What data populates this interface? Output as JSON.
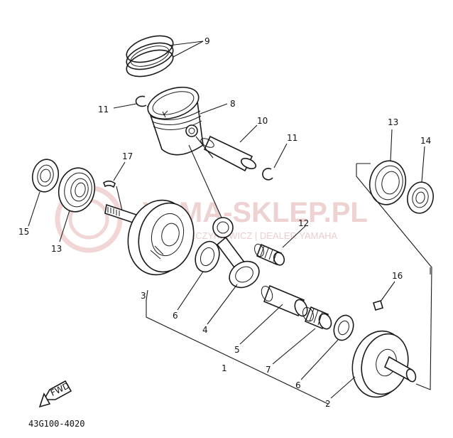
{
  "watermark": {
    "main": "YAMA-SKLEP.PL",
    "sub": "MICHALCZYKIEWICZ | DEALER YAMAHA"
  },
  "fwd_label": "FWD",
  "diagram_code": "43G100-4020",
  "callouts": [
    "9",
    "8",
    "11",
    "10",
    "11",
    "17",
    "15",
    "13",
    "12",
    "13",
    "14",
    "16",
    "3",
    "6",
    "4",
    "5",
    "1",
    "7",
    "6",
    "2"
  ]
}
